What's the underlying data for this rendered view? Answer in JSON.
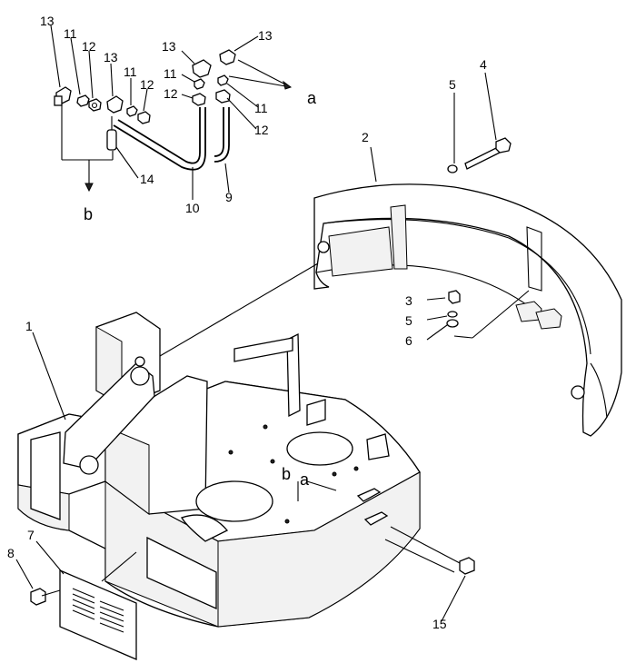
{
  "callouts": [
    {
      "id": "c13a",
      "text": "13"
    },
    {
      "id": "c11a",
      "text": "11"
    },
    {
      "id": "c12a",
      "text": "12"
    },
    {
      "id": "c13b",
      "text": "13"
    },
    {
      "id": "c11b",
      "text": "11"
    },
    {
      "id": "c12b",
      "text": "12"
    },
    {
      "id": "c13c",
      "text": "13"
    },
    {
      "id": "c13d",
      "text": "13"
    },
    {
      "id": "c11c",
      "text": "11"
    },
    {
      "id": "c12c",
      "text": "12"
    },
    {
      "id": "c11d",
      "text": "11"
    },
    {
      "id": "c12d",
      "text": "12"
    },
    {
      "id": "c14",
      "text": "14"
    },
    {
      "id": "c10",
      "text": "10"
    },
    {
      "id": "c9",
      "text": "9"
    },
    {
      "id": "c4",
      "text": "4"
    },
    {
      "id": "c5a",
      "text": "5"
    },
    {
      "id": "c2",
      "text": "2"
    },
    {
      "id": "c3",
      "text": "3"
    },
    {
      "id": "c5b",
      "text": "5"
    },
    {
      "id": "c6",
      "text": "6"
    },
    {
      "id": "c1",
      "text": "1"
    },
    {
      "id": "c7",
      "text": "7"
    },
    {
      "id": "c8",
      "text": "8"
    },
    {
      "id": "c15",
      "text": "15"
    }
  ],
  "refs": {
    "a_top": "a",
    "b_left": "b",
    "b_frame": "b",
    "a_frame": "a"
  }
}
